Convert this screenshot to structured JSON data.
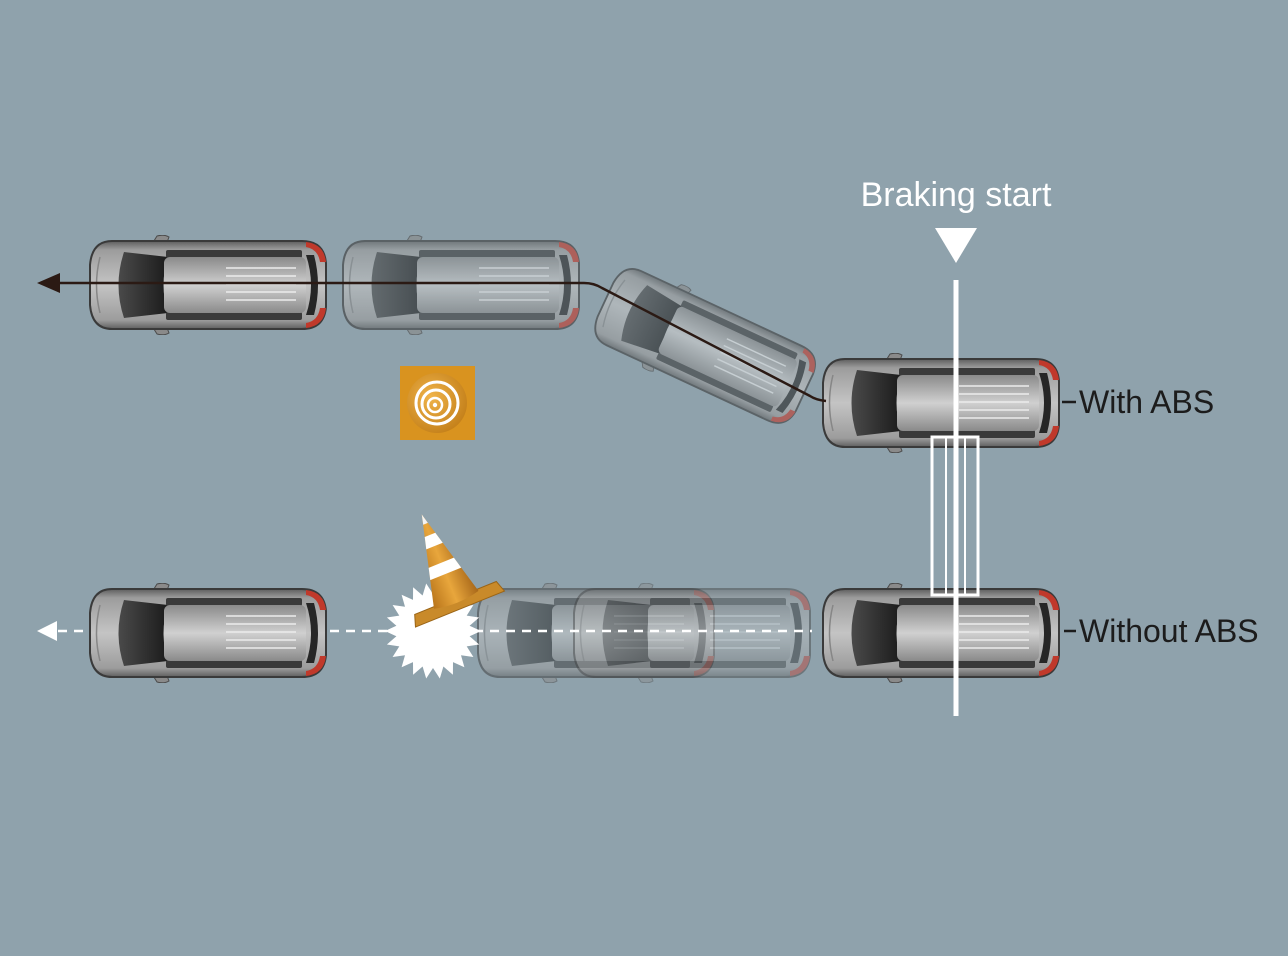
{
  "labels": {
    "braking_start": "Braking start",
    "with_abs": "With ABS",
    "without_abs": "Without ABS"
  },
  "colors": {
    "background": "#8fa2ac",
    "path_with_abs": "#2b1a14",
    "path_without_abs": "#ffffff",
    "braking_marker": "#ffffff",
    "label_text": "#1c1c1c",
    "title_text": "#ffffff",
    "obstacle_accent": "#d9931f",
    "tail_light": "#c0392b"
  },
  "icons": {
    "obstacle": "target-icon",
    "cone": "traffic-cone-icon",
    "impact": "impact-burst-icon",
    "braking": "down-triangle-icon",
    "direction": "arrow-left-icon",
    "vehicle": "car-top-view-icon"
  }
}
